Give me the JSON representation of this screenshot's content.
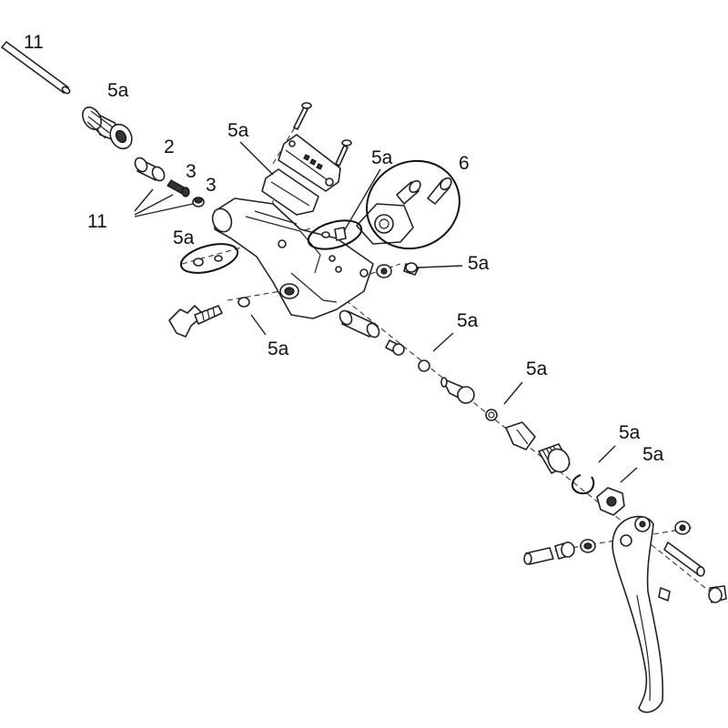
{
  "callouts": {
    "c11_top": "11",
    "c5a_grip": "5a",
    "c2": "2",
    "c3_a": "3",
    "c3_b": "3",
    "c11_bottom": "11",
    "c5a_cover": "5a",
    "c5a_center": "5a",
    "c6": "6",
    "c5a_left_ring": "5a",
    "c5a_right_clip": "5a",
    "c5a_knob": "5a",
    "c5a_piston": "5a",
    "c5a_oring": "5a",
    "c5a_circlip": "5a",
    "c5a_nut": "5a"
  },
  "colors": {
    "line": "#222222",
    "background": "#ffffff"
  }
}
